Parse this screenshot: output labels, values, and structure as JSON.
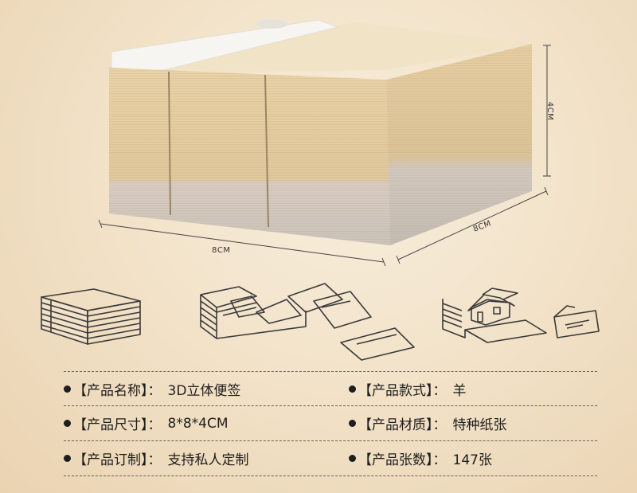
{
  "dimensions": {
    "width": "8CM",
    "depth": "8CM",
    "height": "4CM"
  },
  "icons": [
    "paper-stack-icon",
    "torn-notes-icon",
    "house-popup-icon",
    "table-card-icon"
  ],
  "colors": {
    "paper": "#e5cfa5",
    "paper_light": "#efe0bf",
    "paper_grey": "#cfc8c2",
    "text": "#1e1e1e"
  },
  "specs": [
    {
      "label": "【产品名称】：",
      "value": "3D立体便签"
    },
    {
      "label": "【产品款式】：",
      "value": "羊"
    },
    {
      "label": "【产品尺寸】：",
      "value": "8*8*4CM"
    },
    {
      "label": "【产品材质】：",
      "value": "特种纸张"
    },
    {
      "label": "【产品订制】：",
      "value": "支持私人定制"
    },
    {
      "label": "【产品张数】：",
      "value": "147张"
    }
  ]
}
